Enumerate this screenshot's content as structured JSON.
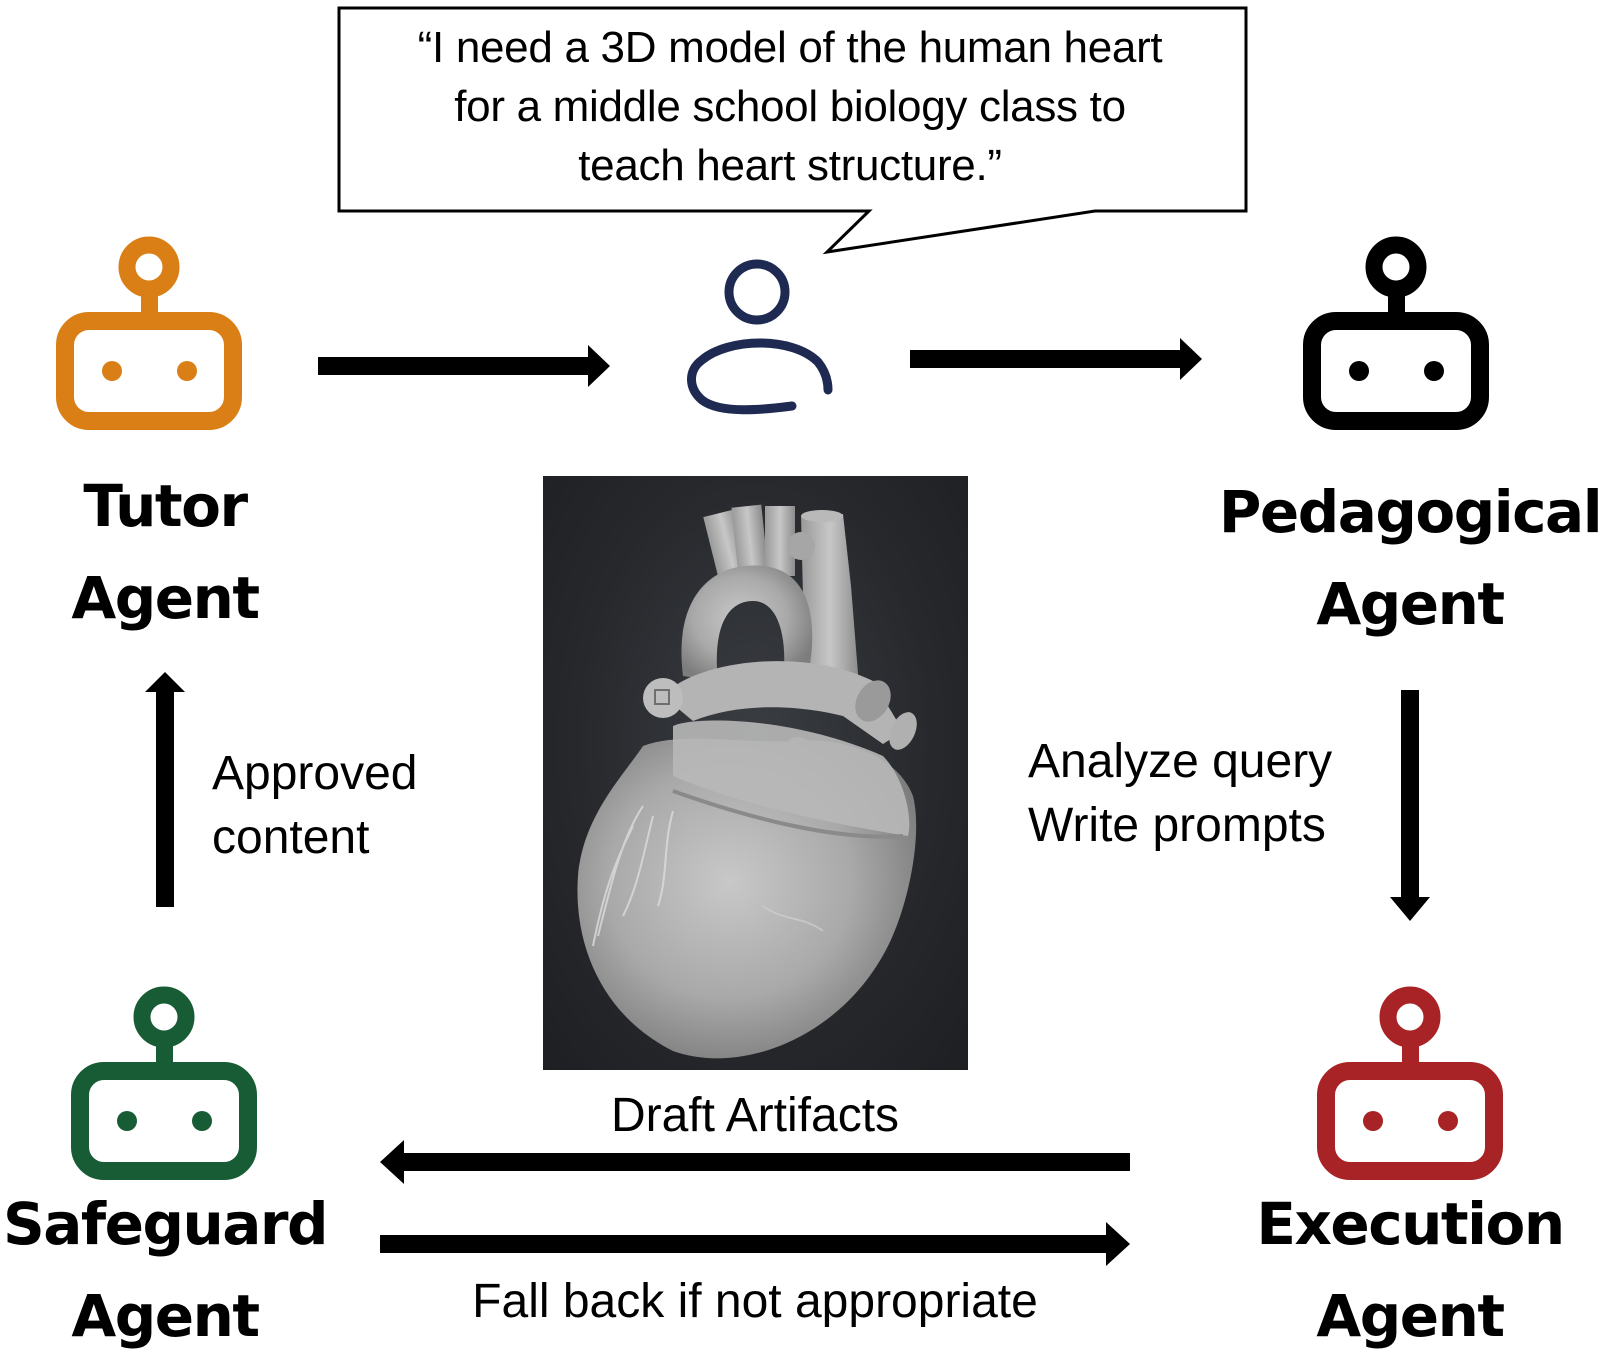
{
  "figure": {
    "user_query": {
      "lines": [
        "“I need a 3D model of the human heart",
        "for a middle school biology class to",
        "teach heart structure.”"
      ]
    },
    "user": {
      "icon": "person-icon",
      "color": "#1e2a52"
    },
    "agents": {
      "tutor": {
        "name_line1": "Tutor",
        "name_line2": "Agent",
        "icon": "robot-icon",
        "color": "#d97f16"
      },
      "pedagogical": {
        "name_line1": "Pedagogical",
        "name_line2": "Agent",
        "icon": "robot-icon",
        "color": "#000000"
      },
      "safeguard": {
        "name_line1": "Safeguard",
        "name_line2": "Agent",
        "icon": "robot-icon",
        "color": "#185c35"
      },
      "execution": {
        "name_line1": "Execution",
        "name_line2": "Agent",
        "icon": "robot-icon",
        "color": "#a82326"
      }
    },
    "edges": {
      "tutor_to_user": {
        "label": ""
      },
      "user_to_pedagogical": {
        "label": ""
      },
      "pedagogical_to_execution": {
        "label_line1": "Analyze query",
        "label_line2": "Write prompts"
      },
      "execution_to_safeguard": {
        "label": "Draft Artifacts"
      },
      "safeguard_to_execution": {
        "label": "Fall back if not appropriate"
      },
      "safeguard_to_tutor": {
        "label_line1": "Approved",
        "label_line2": "content"
      }
    },
    "center_image": {
      "description": "3D model of the human heart (grey render on dark background)"
    }
  }
}
